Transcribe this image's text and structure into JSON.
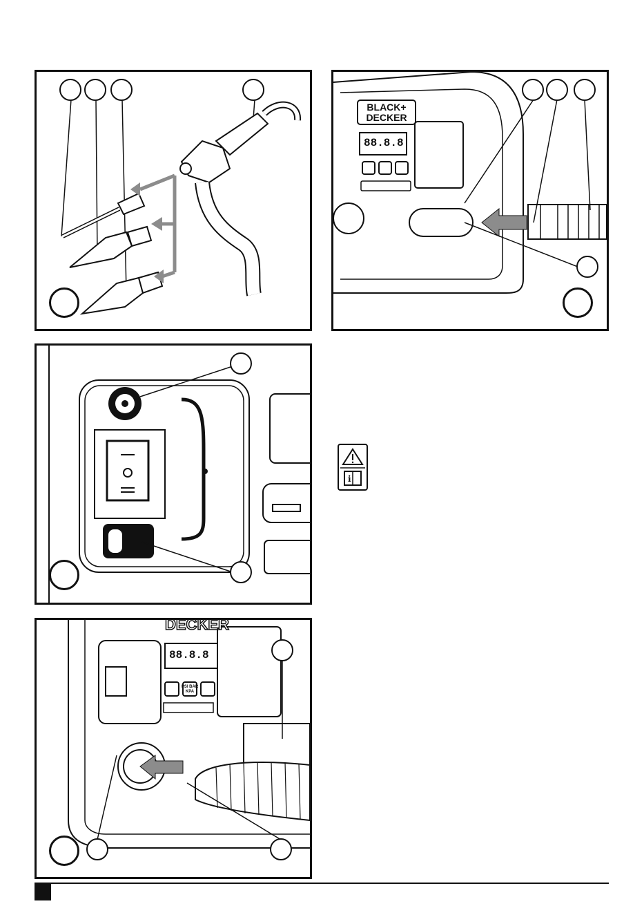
{
  "brand": {
    "logo_line1": "BLACK+",
    "logo_line2": "DECKER",
    "fragment_text": "DECKER"
  },
  "display": {
    "digits": "88.8.8",
    "units_label": "PSI BAR KPA"
  },
  "icons": {
    "warning": "warning-triangle-icon",
    "manual": "read-manual-icon",
    "tire": "tire-icon",
    "power": "power-switch-icon"
  },
  "colors": {
    "ink": "#111111",
    "arrow_gray": "#8c8c8c",
    "panel_bg": "#ffffff"
  }
}
